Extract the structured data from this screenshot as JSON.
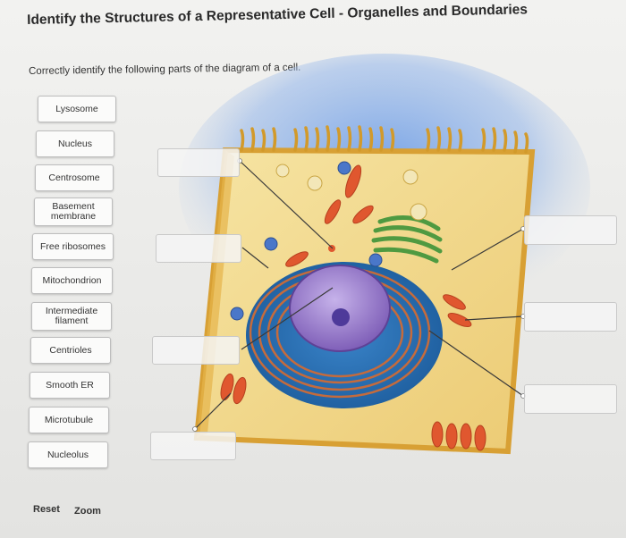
{
  "title": "Identify the Structures of a Representative Cell - Organelles and Boundaries",
  "instructions": "Correctly identify the following parts of the diagram of a cell.",
  "labels": [
    {
      "text": "Lysosome"
    },
    {
      "text": "Nucleus"
    },
    {
      "text": "Centrosome"
    },
    {
      "text": "Basement\nmembrane"
    },
    {
      "text": "Free ribosomes"
    },
    {
      "text": "Mitochondrion"
    },
    {
      "text": "Intermediate\nfilament"
    },
    {
      "text": "Centrioles"
    },
    {
      "text": "Smooth ER"
    },
    {
      "text": "Microtubule"
    },
    {
      "text": "Nucleolus"
    }
  ],
  "footer": {
    "reset_label": "Reset",
    "zoom_label": "Zoom"
  },
  "colors": {
    "cytoplasm": "#f1d98a",
    "membrane": "#d8a034",
    "nucleus": "#9b7fc8",
    "rough_er": "#c56b3c",
    "mitochondria": "#e0572f",
    "golgi": "#5aa24a",
    "background_glow": "#4a7fd6"
  }
}
